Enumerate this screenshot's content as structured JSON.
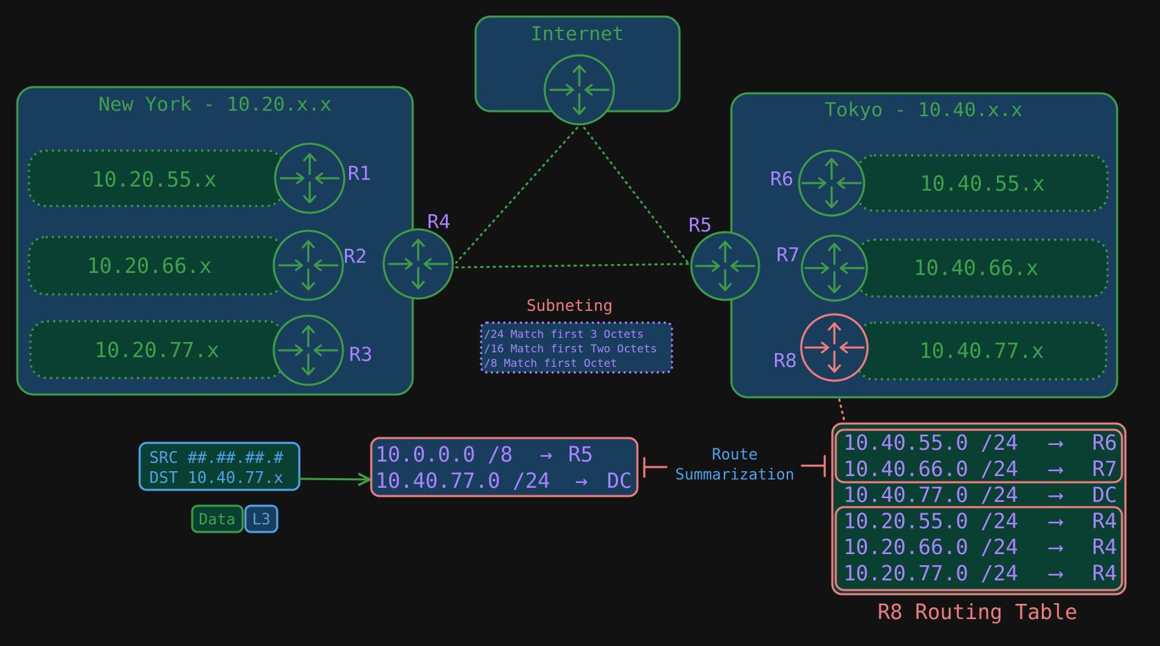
{
  "colors": {
    "background": "#121212",
    "box_fill": "#193d5c",
    "subnet_fill": "#0a4032",
    "green": "#3e9b46",
    "green_text": "#3fa24a",
    "purple": "#a885ff",
    "red": "#ef7d7d",
    "blue": "#4fa1ea",
    "router_highlight": "#e6676b"
  },
  "internet": {
    "title": "Internet"
  },
  "new_york": {
    "title": "New York - 10.20.x.x",
    "subnets": [
      "10.20.55.x",
      "10.20.66.x",
      "10.20.77.x"
    ],
    "routers": [
      "R1",
      "R2",
      "R3"
    ]
  },
  "tokyo": {
    "title": "Tokyo - 10.40.x.x",
    "subnets": [
      "10.40.55.x",
      "10.40.66.x",
      "10.40.77.x"
    ],
    "routers": [
      "R6",
      "R7",
      "R8"
    ]
  },
  "core_routers": {
    "r4": "R4",
    "r5": "R5"
  },
  "subnetting": {
    "title": "Subneting",
    "lines": [
      "/24 Match first 3 Octets",
      "/16 Match first Two Octets",
      "/8 Match first Octet"
    ]
  },
  "packet": {
    "src": "SRC ##.##.##.#",
    "dst": "DST 10.40.77.x",
    "tags": [
      "Data",
      "L3"
    ]
  },
  "r4_table": [
    {
      "prefix": "10.0.0.0 /8",
      "arrow": "→",
      "next": "R5"
    },
    {
      "prefix": "10.40.77.0 /24",
      "arrow": "→",
      "next": "DC"
    }
  ],
  "summarization": {
    "label1": "Route",
    "label2": "Summarization"
  },
  "r8_table": {
    "title": "R8 Routing Table",
    "rows": [
      {
        "prefix": "10.40.55.0 /24",
        "arrow": "⟶",
        "next": "R6"
      },
      {
        "prefix": "10.40.66.0 /24",
        "arrow": "⟶",
        "next": "R7"
      },
      {
        "prefix": "10.40.77.0 /24",
        "arrow": "⟶",
        "next": "DC"
      },
      {
        "prefix": "10.20.55.0 /24",
        "arrow": "⟶",
        "next": "R4"
      },
      {
        "prefix": "10.20.66.0 /24",
        "arrow": "⟶",
        "next": "R4"
      },
      {
        "prefix": "10.20.77.0 /24",
        "arrow": "⟶",
        "next": "R4"
      }
    ]
  }
}
